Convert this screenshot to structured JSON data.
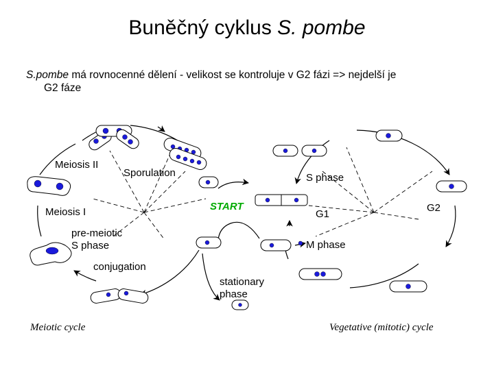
{
  "title": {
    "main": "Buněčný cyklus ",
    "italic": "S. pombe"
  },
  "subtitle": {
    "italic": "S.pombe",
    "line1": " má rovnocenné dělení -  velikost se kontroluje v G2 fázi => nejdelší je",
    "line2": "G2 fáze"
  },
  "labels": {
    "meiosis_ii": "Meiosis II",
    "sporulation": "Sporulation",
    "meiosis_i": "Meiosis I",
    "premeiotic_1": "pre-meiotic",
    "premeiotic_2": "S phase",
    "conjugation": "conjugation",
    "start": "START",
    "stationary_1": "stationary",
    "stationary_2": "phase",
    "s_phase": "S phase",
    "g1": "G1",
    "g2": "G2",
    "m_phase": "M phase",
    "meiotic_cycle": "Meiotic cycle",
    "vegetative_cycle": "Vegetative (mitotic) cycle"
  },
  "colors": {
    "nucleus": "#1a1adb",
    "start": "#00aa00"
  }
}
